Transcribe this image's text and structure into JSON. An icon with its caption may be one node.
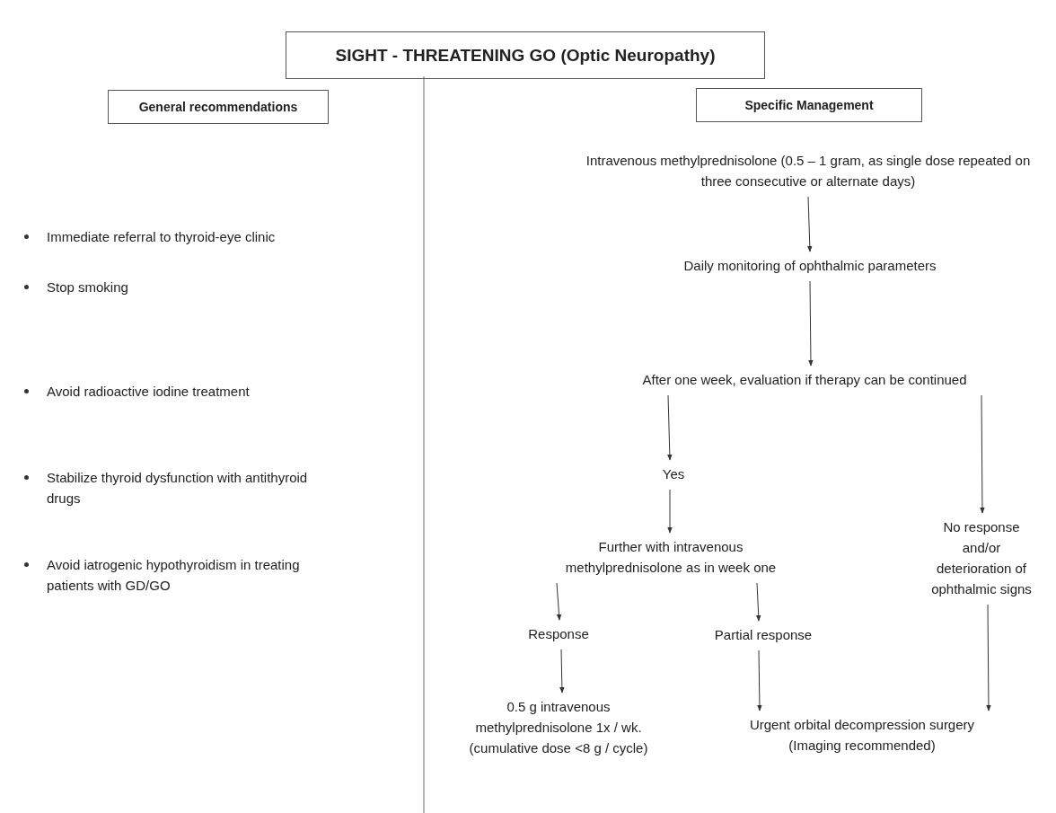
{
  "diagram": {
    "title": "SIGHT - THREATENING GO (Optic Neuropathy)",
    "nodes": [
      {
        "text": [
          "General recommendations"
        ]
      },
      {
        "text": [
          "Specific Management"
        ]
      },
      {
        "text": [
          "Intravenous methylprednisolone (0.5 – 1 gram, as single dose repeated on three consecutive or alternate days)"
        ]
      },
      {
        "text": [
          "Daily monitoring of ophthalmic parameters"
        ]
      },
      {
        "text": [
          "After one week, evaluation if therapy can be continued"
        ]
      },
      {
        "text": [
          "Yes"
        ]
      },
      {
        "text": [
          "Further with intravenous methylprednisolone as in week one"
        ]
      },
      {
        "text": [
          "No response and/or deterioration of ophthalmic signs"
        ]
      },
      {
        "text": [
          "Response"
        ]
      },
      {
        "text": [
          "Partial response"
        ]
      },
      {
        "text": [
          "0.5 g intravenous methylprednisolone 1x / wk. (cumulative dose <8 g / cycle)"
        ]
      },
      {
        "text": [
          "Urgent orbital decompression surgery (Imaging recommended)"
        ]
      }
    ],
    "edges": [
      {
        "from": 2,
        "to": 3,
        "arrow": "to"
      },
      {
        "from": 3,
        "to": 4,
        "arrow": "to"
      },
      {
        "from": 4,
        "to": 5,
        "arrow": "to"
      },
      {
        "from": 4,
        "to": 7,
        "arrow": "to"
      },
      {
        "from": 5,
        "to": 6,
        "arrow": "to"
      },
      {
        "from": 6,
        "to": 8,
        "arrow": "to"
      },
      {
        "from": 6,
        "to": 9,
        "arrow": "to"
      },
      {
        "from": 8,
        "to": 10,
        "arrow": "to"
      },
      {
        "from": 9,
        "to": 11,
        "arrow": "to"
      },
      {
        "from": 7,
        "to": 11,
        "arrow": "to"
      }
    ],
    "labels": [
      "Immediate referral to thyroid-eye clinic",
      "Stop smoking",
      "Avoid radioactive iodine treatment",
      "Stabilize thyroid dysfunction with antithyroid drugs",
      "Avoid iatrogenic hypothyroidism in treating patients with GD/GO"
    ]
  }
}
